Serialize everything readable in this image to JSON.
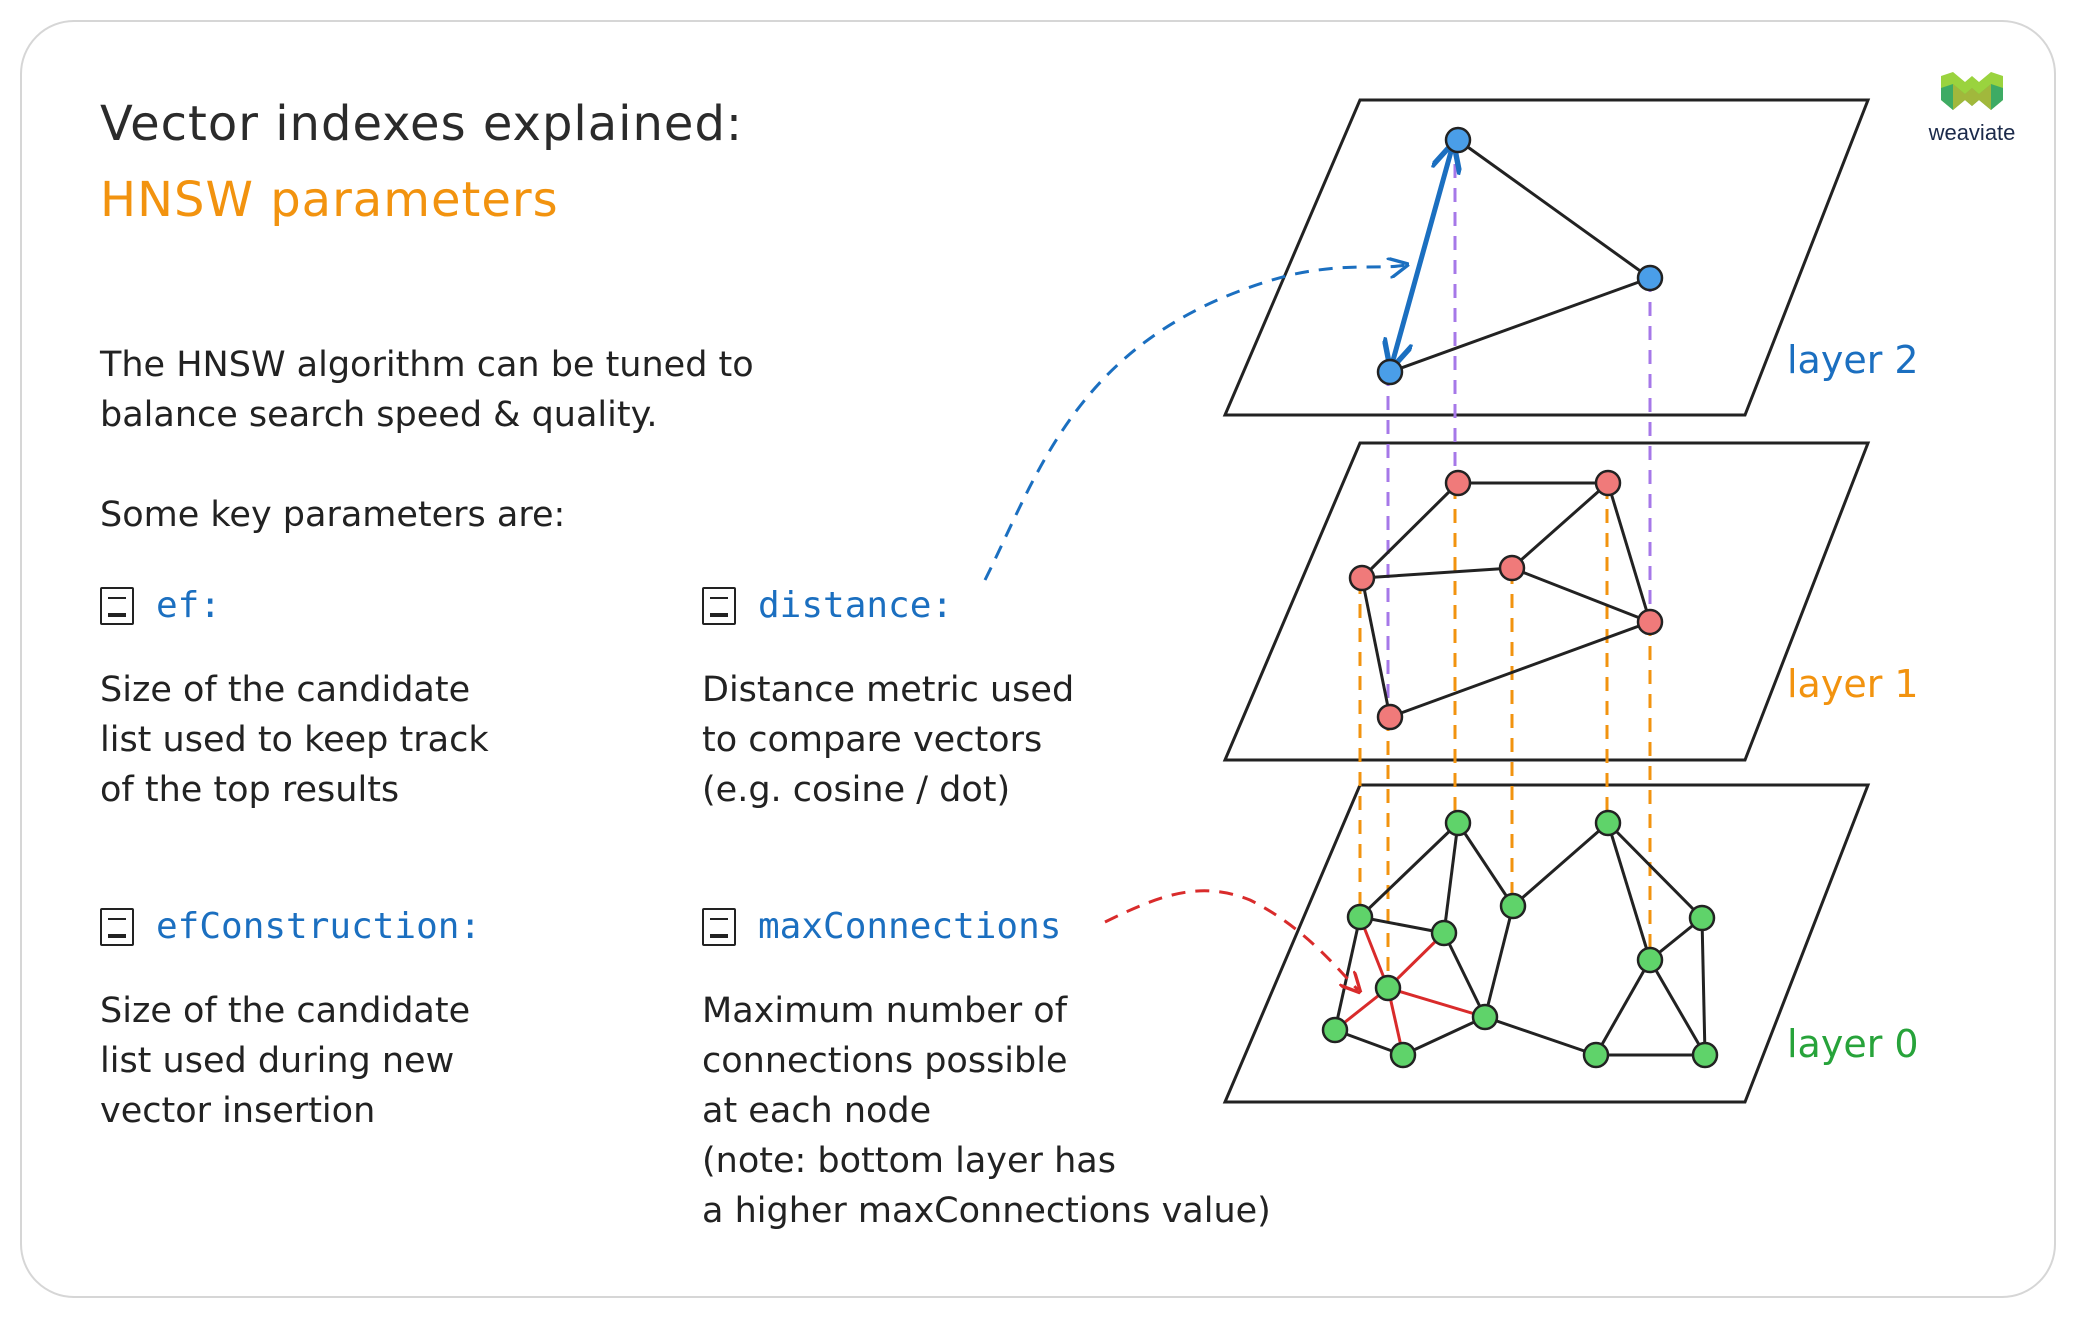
{
  "title": {
    "line1": "Vector indexes explained:",
    "line2": "HNSW parameters"
  },
  "intro": {
    "line1": "The HNSW algorithm can be tuned to",
    "line2": "balance search speed & quality."
  },
  "params_heading": "Some key parameters are:",
  "params": [
    {
      "name": "ef:",
      "lines": [
        "Size of the candidate",
        "list used to keep track",
        "of the top results"
      ]
    },
    {
      "name": "distance:",
      "lines": [
        "Distance metric used",
        "to compare vectors",
        "(e.g. cosine / dot)"
      ]
    },
    {
      "name": "efConstruction:",
      "lines": [
        "Size of the candidate",
        "list used during new",
        "vector insertion"
      ]
    },
    {
      "name": "maxConnections",
      "lines": [
        "Maximum number of",
        "connections possible",
        "at each node",
        "(note: bottom layer has",
        "a higher maxConnections value)"
      ]
    }
  ],
  "layers": {
    "layer2": "layer 2",
    "layer1": "layer 1",
    "layer0": "layer 0"
  },
  "logo": {
    "text": "weaviate",
    "icon": "weaviate-logo-icon"
  },
  "colors": {
    "title_accent": "#f2930f",
    "param_blue": "#1b6fc0",
    "layer2_node": "#4a9ee8",
    "layer1_node": "#f07a7a",
    "layer0_node": "#5fd36a",
    "purple_dash": "#a678e8",
    "orange_dash": "#f2930f",
    "red_edge": "#d92b2b"
  },
  "icons": [
    "document-icon"
  ]
}
